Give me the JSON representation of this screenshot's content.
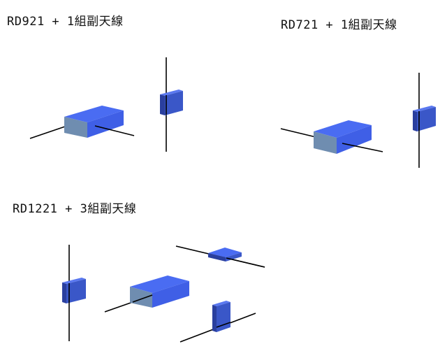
{
  "labels": {
    "config1": "RD921 + 1組副天線",
    "config2": "RD721 + 1組副天線",
    "config3": "RD1221 + 3組副天線"
  },
  "colors": {
    "box_top": "#4a6cf2",
    "box_front": "#6f8db0",
    "box_side": "#3f5fe6",
    "antenna_front": "#3a57c8",
    "antenna_side": "#2a3f9e",
    "antenna_top": "#5a78f0",
    "wire": "#000000"
  }
}
